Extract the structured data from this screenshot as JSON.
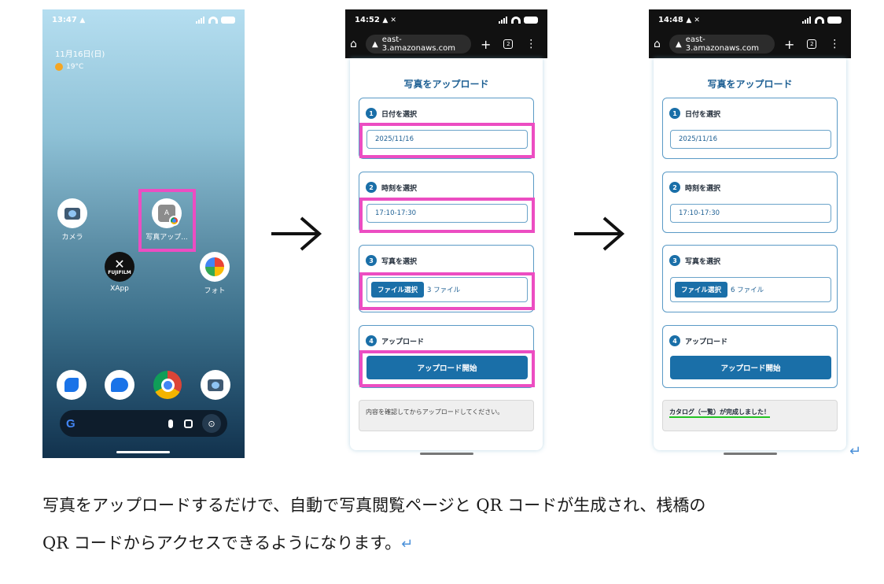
{
  "home": {
    "time": "13:47",
    "date": "11月16日(日)",
    "weather": "19°C",
    "apps": {
      "camera": "カメラ",
      "shortcut": "写真アップ...",
      "shortcut_badge": "A",
      "fujifilm": "XApp",
      "fujifilm_badge": "FUJIFILM",
      "photos": "フォト"
    },
    "search_g": "G"
  },
  "screen_a": {
    "time": "14:52",
    "url": "east-3.amazonaws.com",
    "tab_count": "2",
    "title": "写真をアップロード",
    "steps": [
      {
        "num": "1",
        "label": "日付を選択",
        "value": "2025/11/16"
      },
      {
        "num": "2",
        "label": "時刻を選択",
        "value": "17:10-17:30"
      },
      {
        "num": "3",
        "label": "写真を選択",
        "button": "ファイル選択",
        "value": "3 ファイル"
      },
      {
        "num": "4",
        "label": "アップロード",
        "button": "アップロード開始"
      }
    ],
    "message": "内容を確認してからアップロードしてください。"
  },
  "screen_b": {
    "time": "14:48",
    "url": "east-3.amazonaws.com",
    "tab_count": "2",
    "title": "写真をアップロード",
    "steps": [
      {
        "num": "1",
        "label": "日付を選択",
        "value": "2025/11/16"
      },
      {
        "num": "2",
        "label": "時刻を選択",
        "value": "17:10-17:30"
      },
      {
        "num": "3",
        "label": "写真を選択",
        "button": "ファイル選択",
        "value": "6 ファイル"
      },
      {
        "num": "4",
        "label": "アップロード",
        "button": "アップロード開始"
      }
    ],
    "message": "カタログ（一覧）が完成しました！"
  },
  "caption": {
    "line1": "写真をアップロードするだけで、自動で写真閲覧ページと QR コードが生成され、桟橋の",
    "line2": "QR コードからアクセスできるようになります。",
    "return_mark": "↵"
  },
  "colors": {
    "highlight": "#ec4dc2",
    "accent": "#1a6fa8",
    "success_underline": "#22c322"
  }
}
